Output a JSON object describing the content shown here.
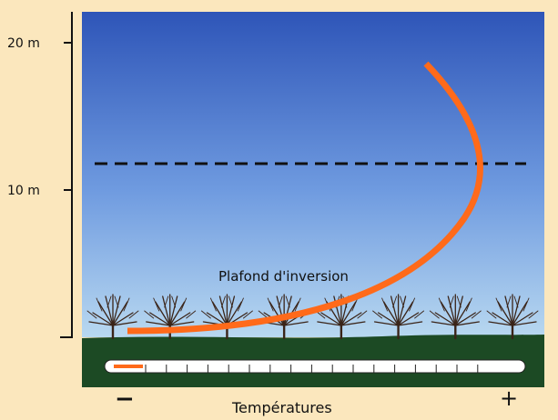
{
  "diagram": {
    "axis": {
      "tick_top_label": "20 m",
      "tick_mid_label": "10 m"
    },
    "labels": {
      "inversion_ceiling": "Plafond d'inversion",
      "x_axis_label": "Températures",
      "minus": "−",
      "plus": "+"
    },
    "colors": {
      "sky_top": "#2e55b8",
      "sky_bottom": "#b8d8f0",
      "ground": "#1c4a24",
      "curve": "#ff6a1a",
      "background": "#fbe7bd"
    },
    "trees_count": 8
  }
}
